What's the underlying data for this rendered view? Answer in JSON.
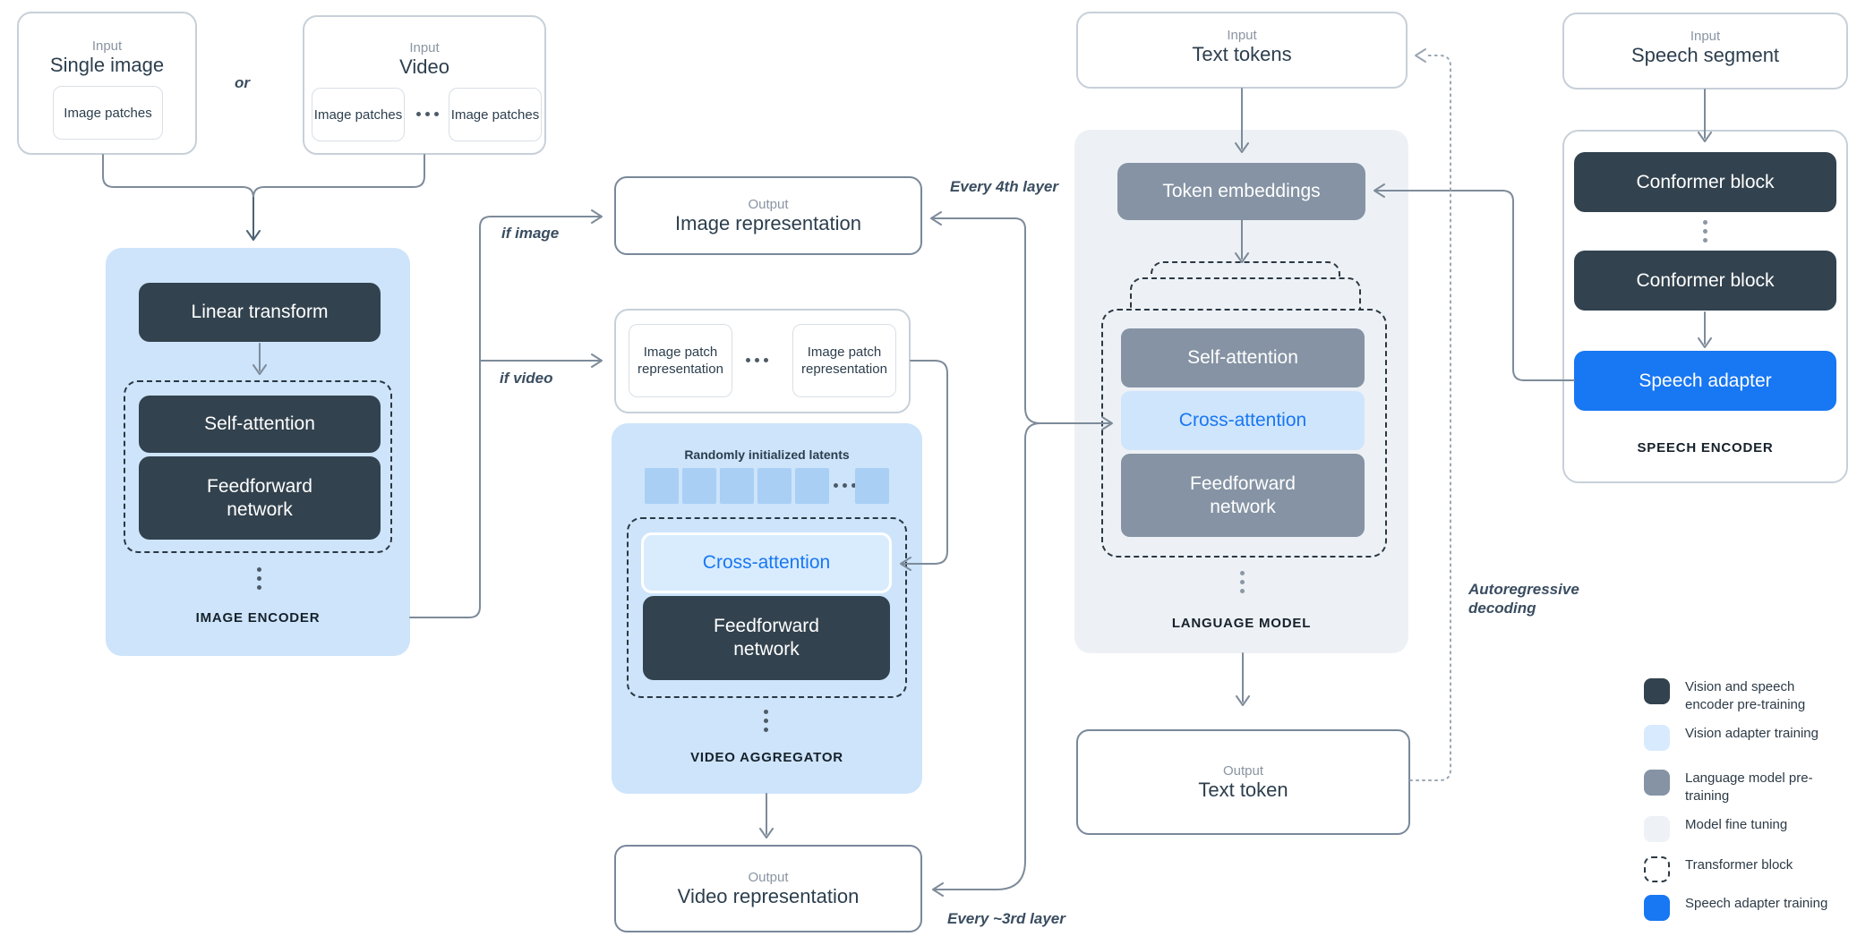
{
  "colors": {
    "dark_slate": "#32424e",
    "gray_block": "#8593a4",
    "panel_blue": "#cde4fb",
    "panel_gray": "#edf1f5",
    "accent_blue": "#1877f2",
    "cross_attention_bg": "#d9ecfe",
    "latent_square": "#a9cff5",
    "wire": "#7d8b9a"
  },
  "inputs": {
    "single_image": {
      "label": "Input",
      "title": "Single image",
      "patch": "Image patches"
    },
    "or_label": "or",
    "video": {
      "label": "Input",
      "title": "Video",
      "patch1": "Image patches",
      "patch2": "Image patches"
    },
    "text": {
      "label": "Input",
      "title": "Text tokens"
    },
    "speech": {
      "label": "Input",
      "title": "Speech segment"
    }
  },
  "image_encoder": {
    "name": "IMAGE ENCODER",
    "linear": "Linear transform",
    "self_attention": "Self-attention",
    "feedforward": "Feedforward network"
  },
  "patch_reps": {
    "box1": "Image patch representation",
    "box2": "Image patch representation"
  },
  "video_aggregator": {
    "name": "VIDEO AGGREGATOR",
    "latents_label": "Randomly initialized latents",
    "cross_attention": "Cross-attention",
    "feedforward": "Feedforward network"
  },
  "language_model": {
    "name": "LANGUAGE MODEL",
    "token_embeddings": "Token embeddings",
    "self_attention": "Self-attention",
    "cross_attention": "Cross-attention",
    "feedforward": "Feedforward network"
  },
  "speech_encoder": {
    "name": "SPEECH ENCODER",
    "conformer1": "Conformer block",
    "conformer2": "Conformer block",
    "adapter": "Speech adapter"
  },
  "outputs": {
    "image": {
      "label": "Output",
      "title": "Image representation"
    },
    "video": {
      "label": "Output",
      "title": "Video representation"
    },
    "text": {
      "label": "Output",
      "title": "Text token"
    }
  },
  "annotations": {
    "if_image": "if image",
    "if_video": "if video",
    "every_4th": "Every 4th layer",
    "every_3rd": "Every ~3rd layer",
    "autoregressive": "Autoregressive decoding"
  },
  "legend": {
    "items": [
      {
        "label": "Vision and speech encoder pre-training",
        "swatch": "dark"
      },
      {
        "label": "Vision adapter training",
        "swatch": "lightblue"
      },
      {
        "label": "Language model pre-training",
        "swatch": "gray"
      },
      {
        "label": "Model fine tuning",
        "swatch": "pale"
      },
      {
        "label": "Transformer block",
        "swatch": "dashed"
      },
      {
        "label": "Speech adapter training",
        "swatch": "blue"
      }
    ]
  }
}
